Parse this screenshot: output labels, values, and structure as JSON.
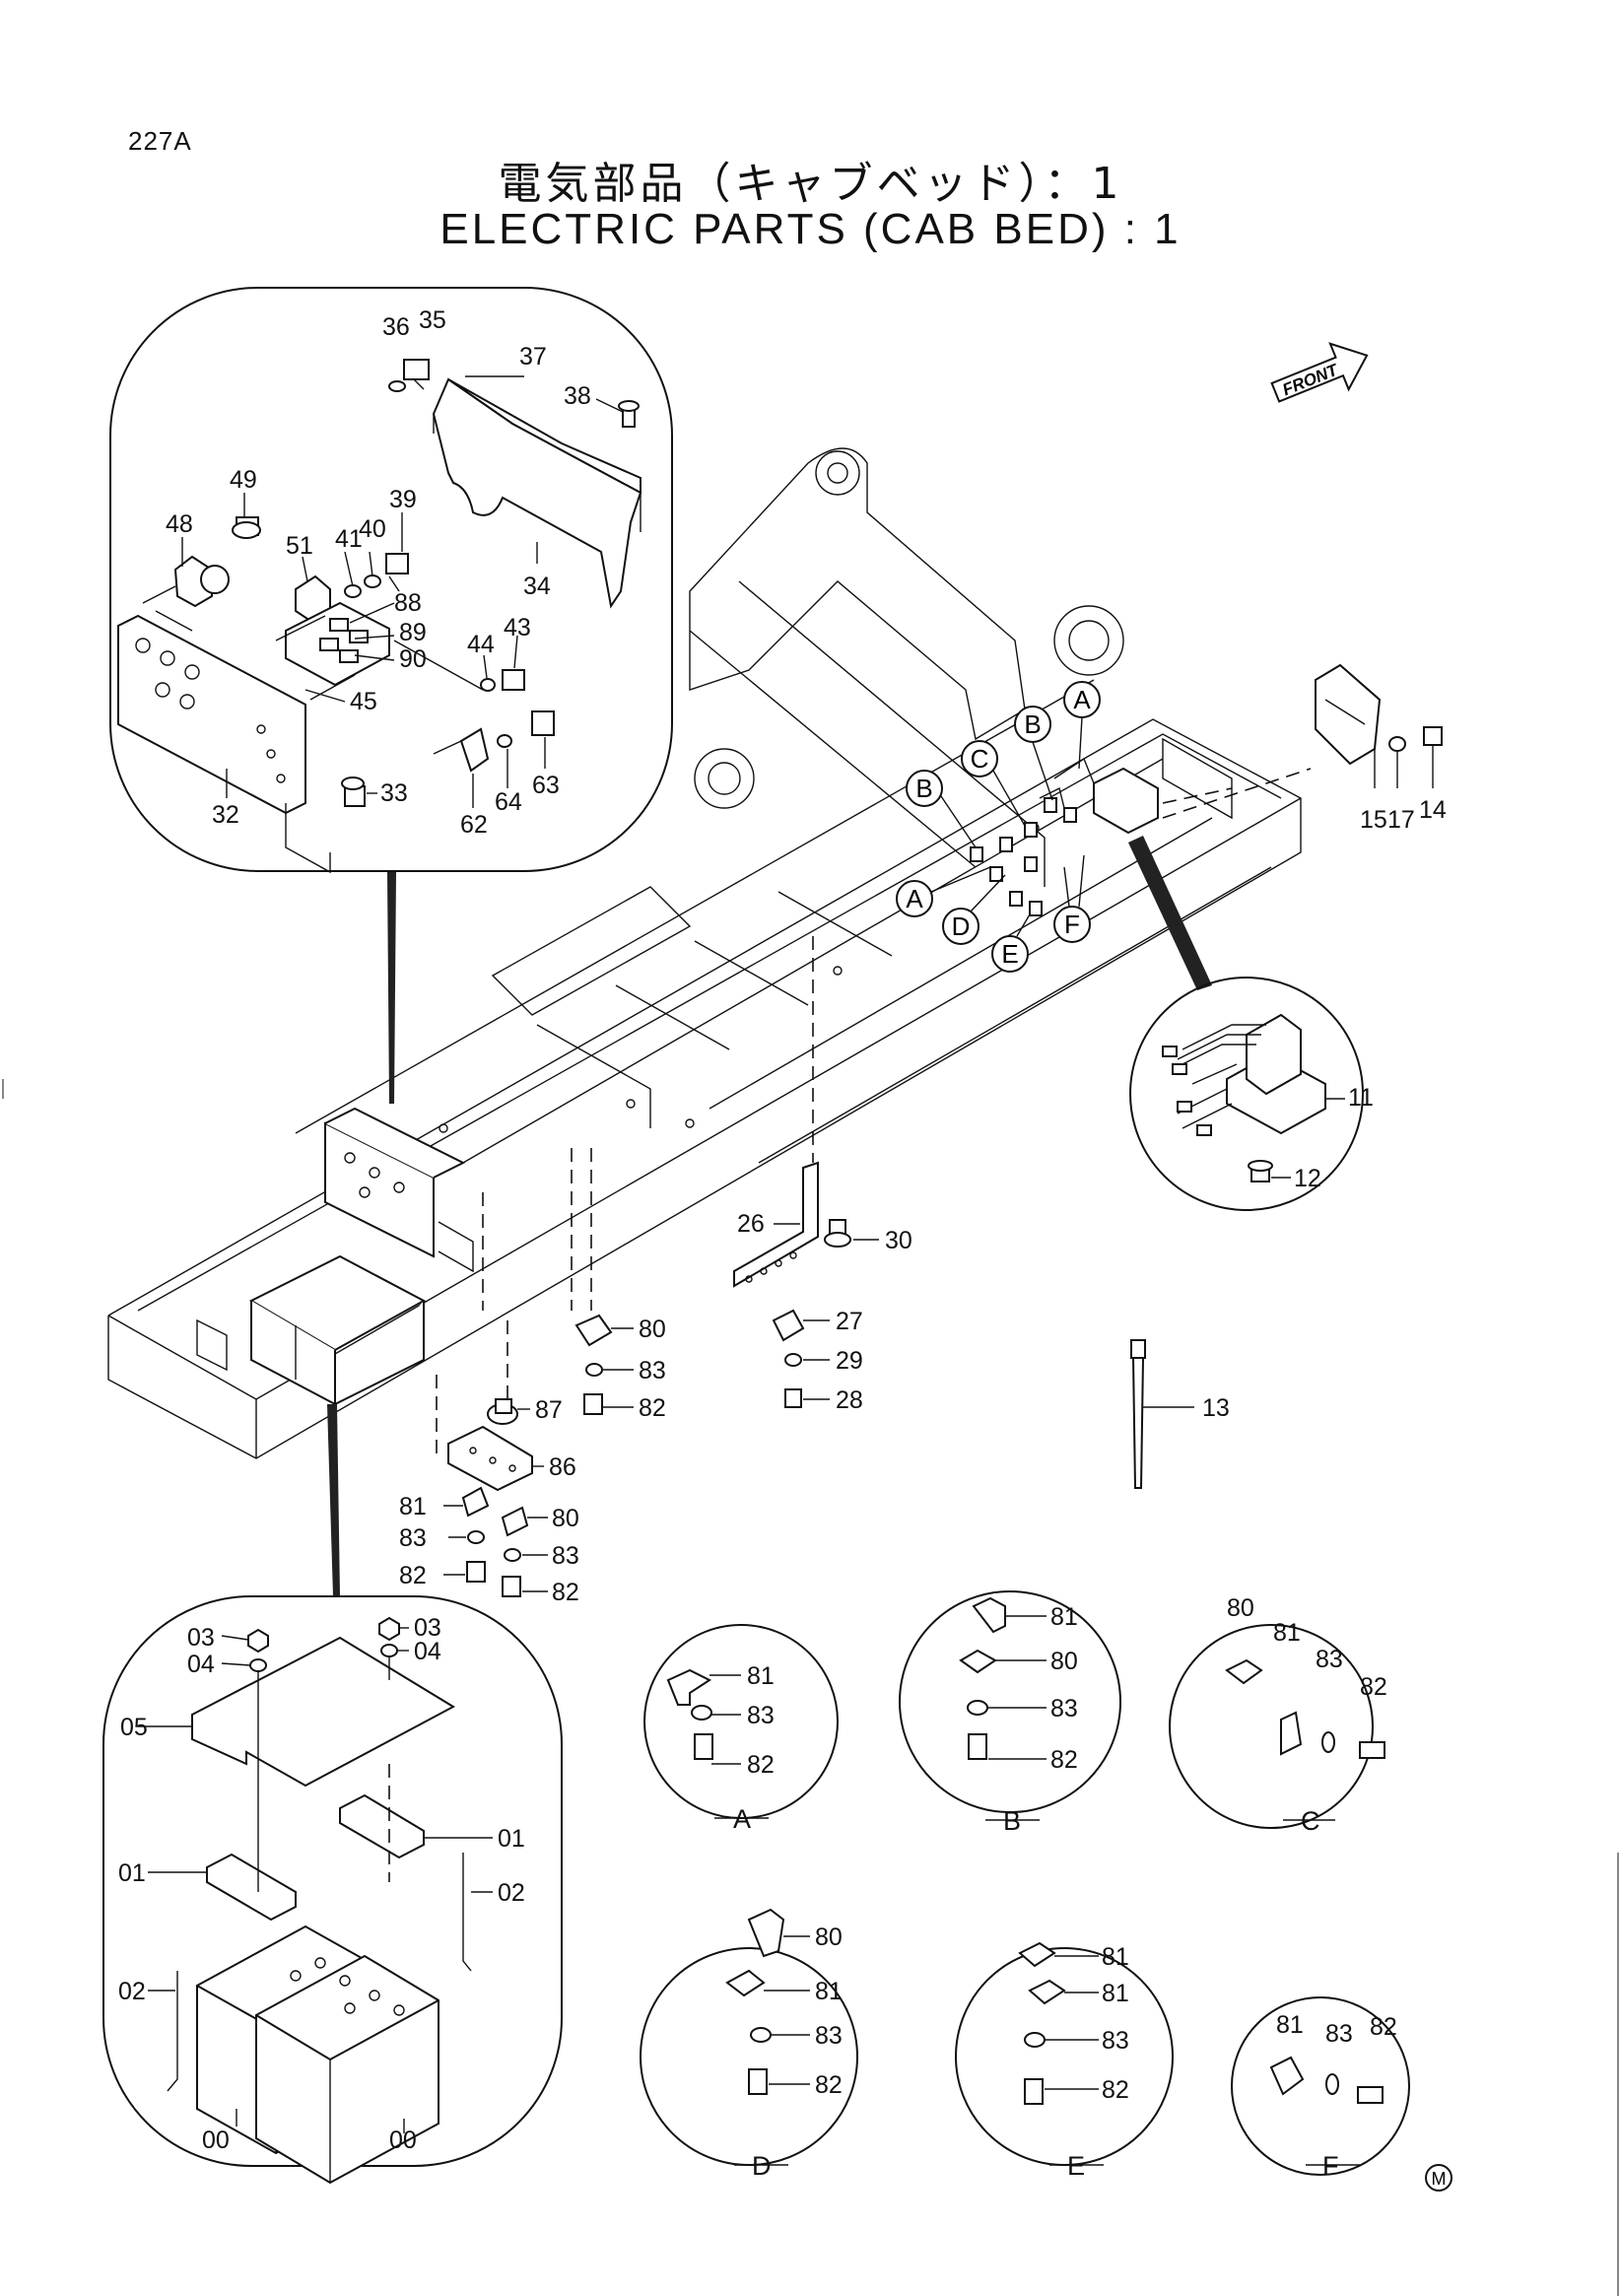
{
  "page_number": "227A",
  "title_jp": "電気部品（キャブベッド）：1",
  "title_en": "ELECTRIC PARTS (CAB BED) : 1",
  "front_label": "FRONT",
  "mark": "M",
  "labels": {
    "p36": "36",
    "p35": "35",
    "p37": "37",
    "p38": "38",
    "p49": "49",
    "p48": "48",
    "p39": "39",
    "p41": "41",
    "p40": "40",
    "p51": "51",
    "p34": "34",
    "p88": "88",
    "p89": "89",
    "p90": "90",
    "p44": "44",
    "p43": "43",
    "p45": "45",
    "p63": "63",
    "p64": "64",
    "p62": "62",
    "p32": "32",
    "p33": "33",
    "p11": "11",
    "p12": "12",
    "p26": "26",
    "p30": "30",
    "p27": "27",
    "p29": "29",
    "p28": "28",
    "p13": "13",
    "p15": "15",
    "p17": "17",
    "p14": "14",
    "p80a": "80",
    "p83a": "83",
    "p82a": "82",
    "p87": "87",
    "p86": "86",
    "p81b": "81",
    "p80b": "80",
    "p83b": "83",
    "p83c": "83",
    "p82b": "82",
    "p82c": "82",
    "b03a": "03",
    "b04a": "04",
    "b03b": "03",
    "b04b": "04",
    "b05": "05",
    "b01a": "01",
    "b01b": "01",
    "b02a": "02",
    "b02b": "02",
    "b00a": "00",
    "b00b": "00",
    "dA81": "81",
    "dA83": "83",
    "dA82": "82",
    "dB81": "81",
    "dB80": "80",
    "dB83": "83",
    "dB82": "82",
    "dC80": "80",
    "dC81": "81",
    "dC83": "83",
    "dC82": "82",
    "dD80": "80",
    "dD81": "81",
    "dD83": "83",
    "dD82": "82",
    "dE81a": "81",
    "dE81b": "81",
    "dE83": "83",
    "dE82": "82",
    "dF81": "81",
    "dF83": "83",
    "dF82": "82"
  },
  "callouts": {
    "cA1": "A",
    "cB1": "B",
    "cB2": "B",
    "cC": "C",
    "cA2": "A",
    "cD": "D",
    "cE": "E",
    "cF": "F"
  },
  "detail_names": {
    "A": "A",
    "B": "B",
    "C": "C",
    "D": "D",
    "E": "E",
    "F": "F"
  }
}
